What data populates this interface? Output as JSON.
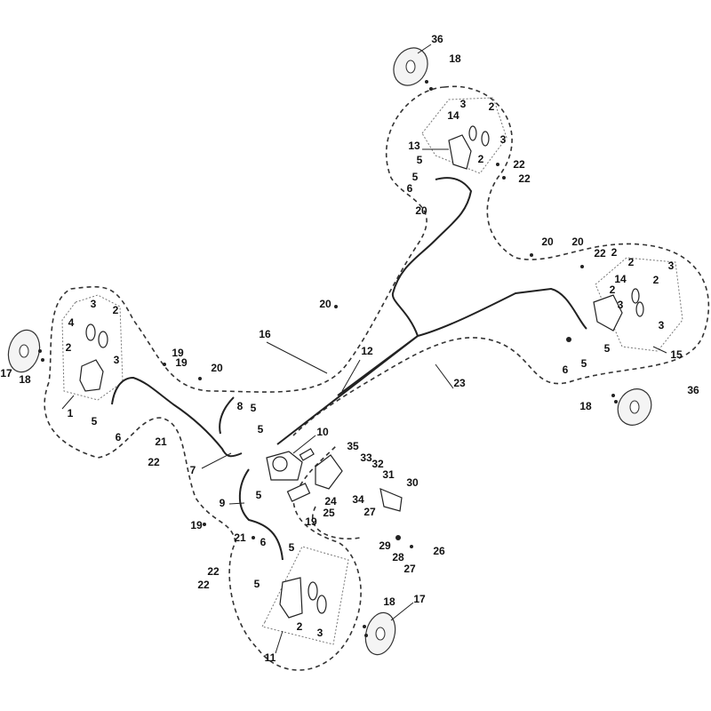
{
  "diagram": {
    "title": "Brake system exploded parts diagram",
    "callouts": [
      "36",
      "18",
      "3",
      "2",
      "14",
      "3",
      "13",
      "2",
      "5",
      "22",
      "5",
      "22",
      "6",
      "20",
      "20",
      "20",
      "22",
      "2",
      "2",
      "3",
      "14",
      "2",
      "2",
      "3",
      "3",
      "5",
      "15",
      "6",
      "5",
      "36",
      "18",
      "23",
      "20",
      "16",
      "12",
      "3",
      "2",
      "4",
      "2",
      "3",
      "17",
      "18",
      "19",
      "19",
      "20",
      "1",
      "5",
      "6",
      "21",
      "22",
      "8",
      "5",
      "5",
      "7",
      "10",
      "35",
      "33",
      "32",
      "31",
      "30",
      "5",
      "9",
      "24",
      "34",
      "25",
      "27",
      "19",
      "19",
      "21",
      "6",
      "5",
      "29",
      "26",
      "28",
      "27",
      "22",
      "22",
      "5",
      "17",
      "18",
      "2",
      "3",
      "11"
    ]
  }
}
